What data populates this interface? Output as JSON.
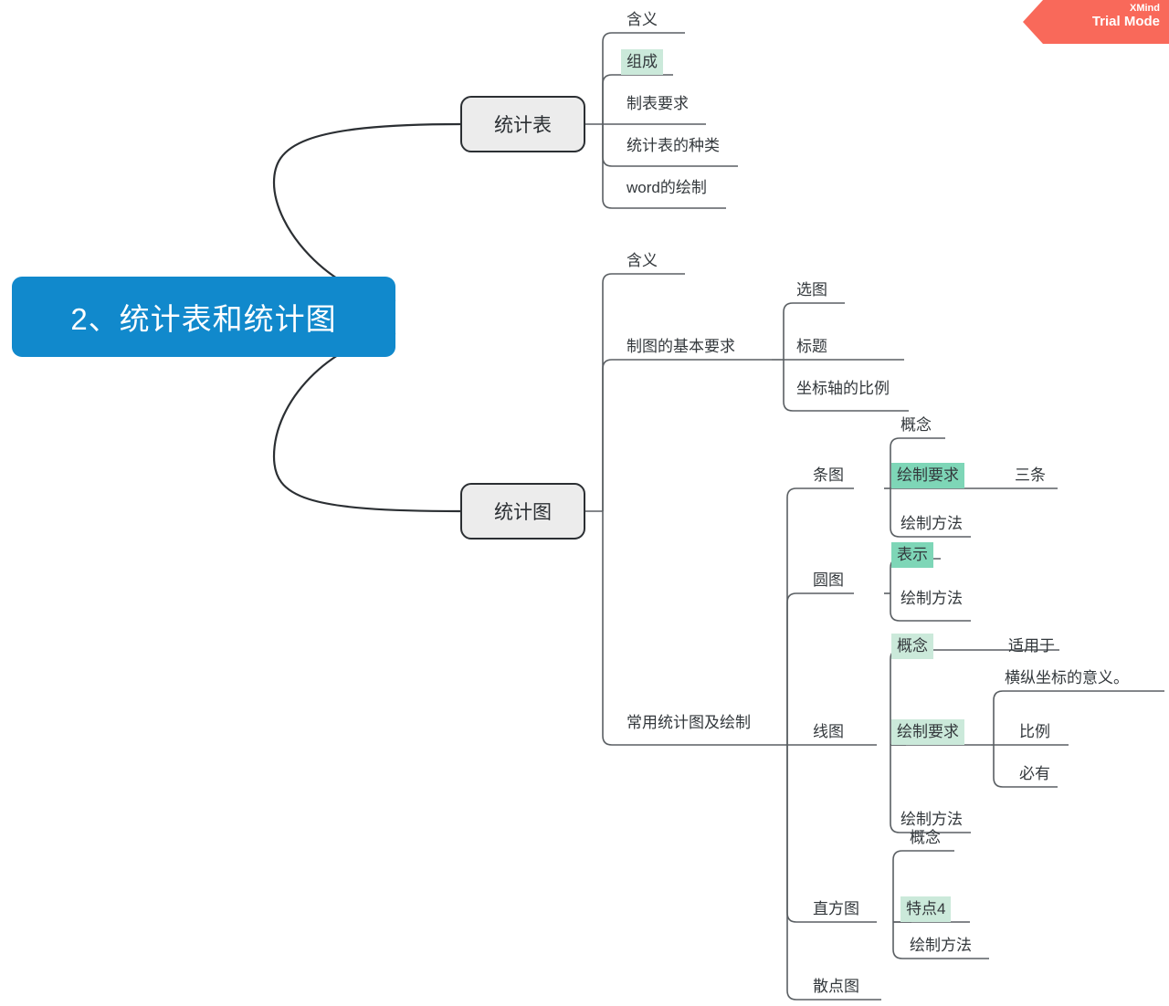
{
  "app": {
    "name": "XMind",
    "watermark_line1": "XMind",
    "watermark_line2": "Trial Mode",
    "watermark_color": "#f9695a"
  },
  "theme": {
    "root_fill": "#1189cc",
    "root_text": "#ffffff",
    "branch_fill": "#ececec",
    "branch_border": "#2b2f33",
    "topic_text": "#33383c",
    "line_color": "#5a5f63",
    "highlight_light": "#cbe9da",
    "highlight_teal": "#7ed6b7",
    "background": "#ffffff"
  },
  "mindmap": {
    "root": {
      "label": "2、统计表和统计图"
    },
    "branches": [
      {
        "id": "tongjibiao",
        "label": "统计表",
        "children": [
          {
            "label": "含义",
            "highlight": "none"
          },
          {
            "label": "组成",
            "highlight": "light"
          },
          {
            "label": "制表要求",
            "highlight": "none"
          },
          {
            "label": "统计表的种类",
            "highlight": "none"
          },
          {
            "label": "word的绘制",
            "highlight": "none"
          }
        ]
      },
      {
        "id": "tongjitu",
        "label": "统计图",
        "children": [
          {
            "label": "含义",
            "highlight": "none"
          },
          {
            "label": "制图的基本要求",
            "highlight": "none",
            "children": [
              {
                "label": "选图",
                "highlight": "none"
              },
              {
                "label": "标题",
                "highlight": "none"
              },
              {
                "label": "坐标轴的比例",
                "highlight": "none"
              }
            ]
          },
          {
            "label": "常用统计图及绘制",
            "highlight": "none",
            "children": [
              {
                "label": "条图",
                "highlight": "none",
                "children": [
                  {
                    "label": "概念",
                    "highlight": "none"
                  },
                  {
                    "label": "绘制要求",
                    "highlight": "teal",
                    "children": [
                      {
                        "label": "三条",
                        "highlight": "none"
                      }
                    ]
                  },
                  {
                    "label": "绘制方法",
                    "highlight": "none"
                  }
                ]
              },
              {
                "label": "圆图",
                "highlight": "none",
                "children": [
                  {
                    "label": "表示",
                    "highlight": "teal"
                  },
                  {
                    "label": "绘制方法",
                    "highlight": "none"
                  }
                ]
              },
              {
                "label": "线图",
                "highlight": "none",
                "children": [
                  {
                    "label": "概念",
                    "highlight": "light",
                    "children": [
                      {
                        "label": "适用于",
                        "highlight": "none"
                      }
                    ]
                  },
                  {
                    "label": "绘制要求",
                    "highlight": "light",
                    "children": [
                      {
                        "label": "横纵坐标的意义。",
                        "highlight": "none"
                      },
                      {
                        "label": "比例",
                        "highlight": "none"
                      },
                      {
                        "label": "必有",
                        "highlight": "none"
                      }
                    ]
                  },
                  {
                    "label": "绘制方法",
                    "highlight": "none"
                  }
                ]
              },
              {
                "label": "直方图",
                "highlight": "none",
                "children": [
                  {
                    "label": "概念",
                    "highlight": "none"
                  },
                  {
                    "label": "特点4",
                    "highlight": "light"
                  },
                  {
                    "label": "绘制方法",
                    "highlight": "none"
                  }
                ]
              },
              {
                "label": "散点图",
                "highlight": "none"
              }
            ]
          }
        ]
      }
    ]
  }
}
